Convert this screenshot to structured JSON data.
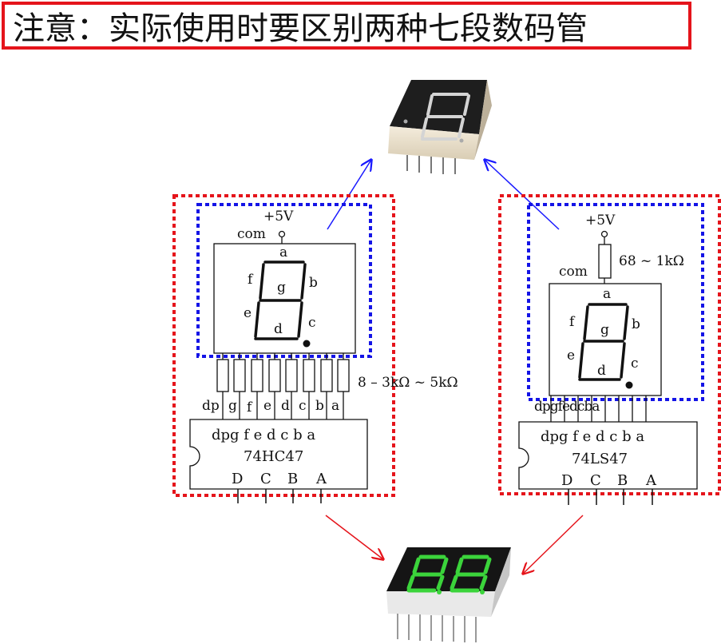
{
  "title": "注意：实际使用时要区别两种七段数码管",
  "left_circuit": {
    "supply": "+5V",
    "com_label": "com",
    "segments": {
      "a": "a",
      "b": "b",
      "c": "c",
      "d": "d",
      "e": "e",
      "f": "f",
      "g": "g"
    },
    "resistor_label": "8 – 3kΩ ~ 5kΩ",
    "pin_labels": [
      "dp",
      "g",
      "f",
      "e",
      "d",
      "c",
      "b",
      "a"
    ],
    "chip_pins": "dpg f e d c b a",
    "chip_name": "74HC47",
    "inputs": [
      "D",
      "C",
      "B",
      "A"
    ]
  },
  "right_circuit": {
    "supply": "+5V",
    "com_label": "com",
    "resistor_label": "68 ~ 1kΩ",
    "segments": {
      "a": "a",
      "b": "b",
      "c": "c",
      "d": "d",
      "e": "e",
      "f": "f",
      "g": "g"
    },
    "pin_labels": "dpgfedcba",
    "chip_pins": "dpg f e d c b a",
    "chip_name": "74LS47",
    "inputs": [
      "D",
      "C",
      "B",
      "A"
    ]
  },
  "colors": {
    "red_frame": "#e5141b",
    "blue_frame": "#1414e6",
    "arrow_blue": "#1a1aff",
    "arrow_red": "#e5141b",
    "green_digit": "#3bd43b"
  }
}
